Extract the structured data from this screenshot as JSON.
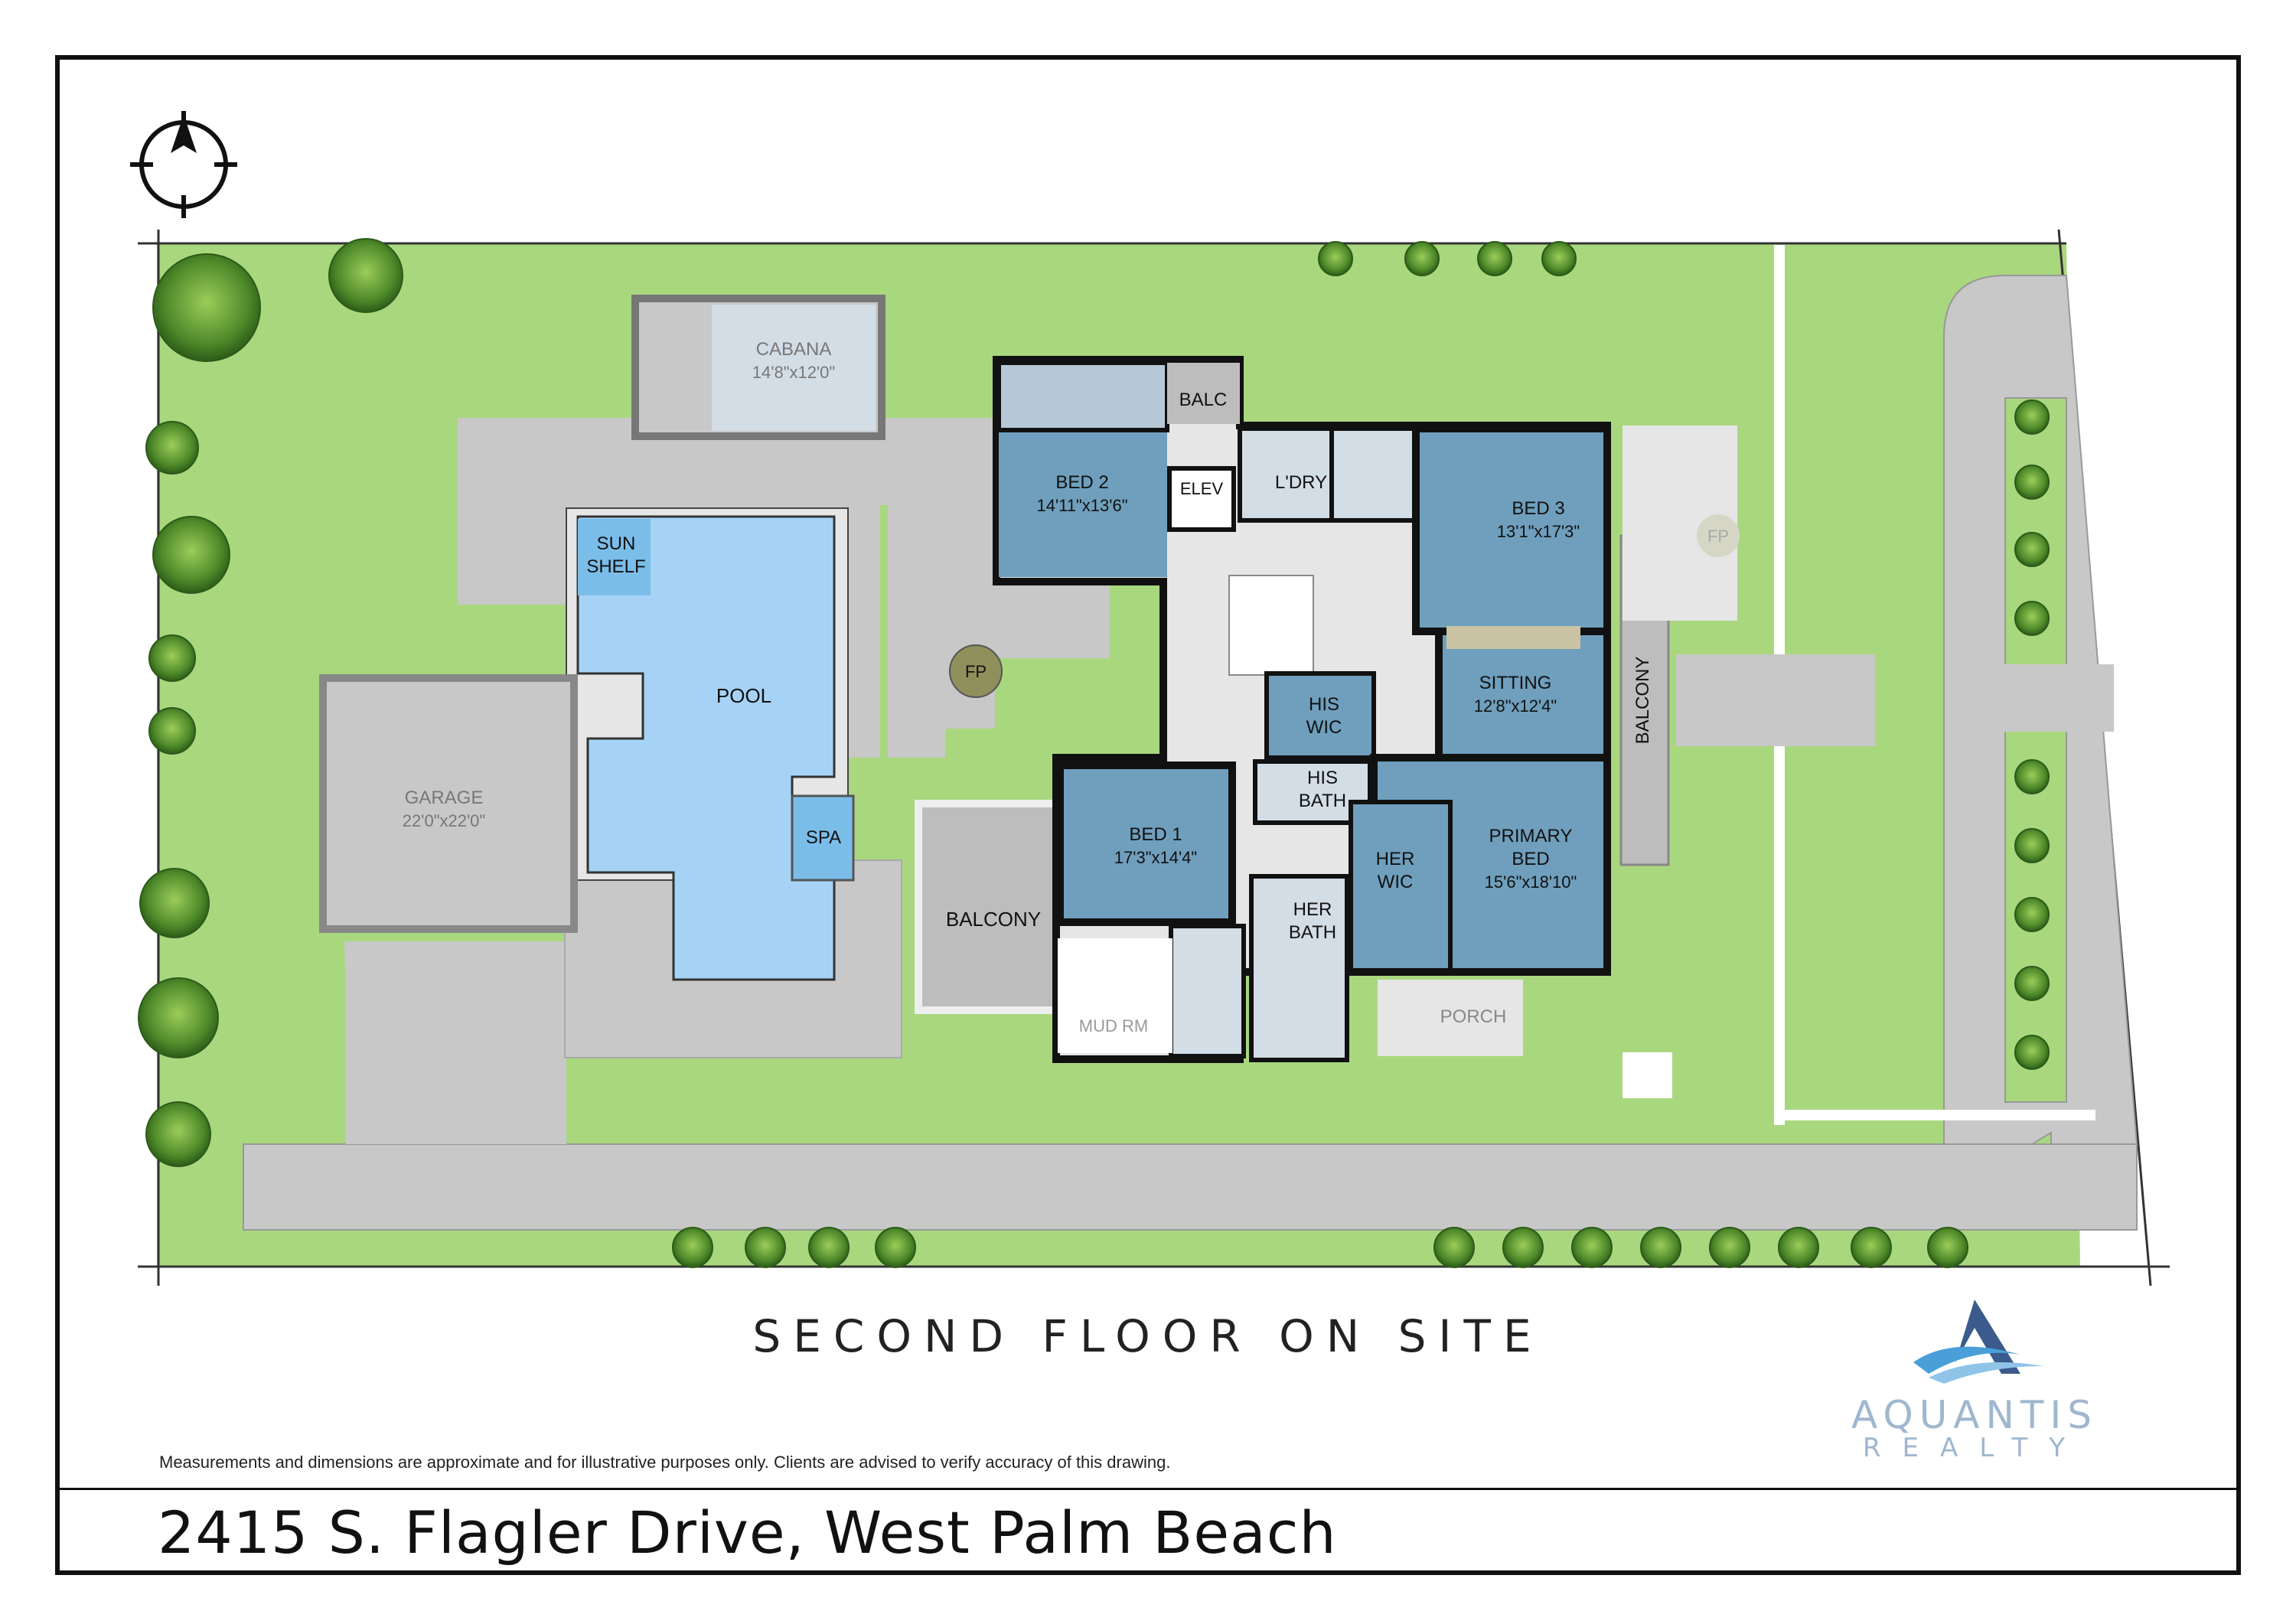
{
  "title": "SECOND FLOOR ON SITE",
  "address": "2415 S. Flagler Drive, West Palm Beach",
  "disclaimer": "Measurements and dimensions are approximate and for illustrative purposes only. Clients are advised to verify accuracy of this drawing.",
  "brand": {
    "name": "AQUANTIS",
    "sub": "REALTY"
  },
  "compass_icon": "north-arrow-icon",
  "colors": {
    "lawn": "#a9d77e",
    "paving": "#c8c8c8",
    "pool": "#a6d3f5",
    "room": "#6f9fbd",
    "wall": "#111111",
    "interior": "#e6e6e6"
  },
  "rooms": {
    "cabana": {
      "name": "CABANA",
      "dims": "14'8\"x12'0\""
    },
    "garage": {
      "name": "GARAGE",
      "dims": "22'0\"x22'0\""
    },
    "sun_shelf_1": "SUN",
    "sun_shelf_2": "SHELF",
    "pool": "POOL",
    "spa": "SPA",
    "fp_patio": "FP",
    "fp_east": "FP",
    "balcony_west": "BALCONY",
    "mud_room": "MUD RM",
    "bed2": {
      "name": "BED 2",
      "dims": "14'11\"x13'6\""
    },
    "balc": "BALC",
    "elev": "ELEV",
    "laundry": "L'DRY",
    "bed3": {
      "name": "BED 3",
      "dims": "13'1\"x17'3\""
    },
    "sitting": {
      "name": "SITTING",
      "dims": "12'8\"x12'4\""
    },
    "balcony_east": "BALCONY",
    "his_wic_1": "HIS",
    "his_wic_2": "WIC",
    "his_bath_1": "HIS",
    "his_bath_2": "BATH",
    "her_wic_1": "HER",
    "her_wic_2": "WIC",
    "her_bath_1": "HER",
    "her_bath_2": "BATH",
    "primary_1": "PRIMARY",
    "primary_2": "BED",
    "primary_dims": "15'6\"x18'10\"",
    "bed1": {
      "name": "BED 1",
      "dims": "17'3\"x14'4\""
    },
    "porch": "PORCH"
  }
}
